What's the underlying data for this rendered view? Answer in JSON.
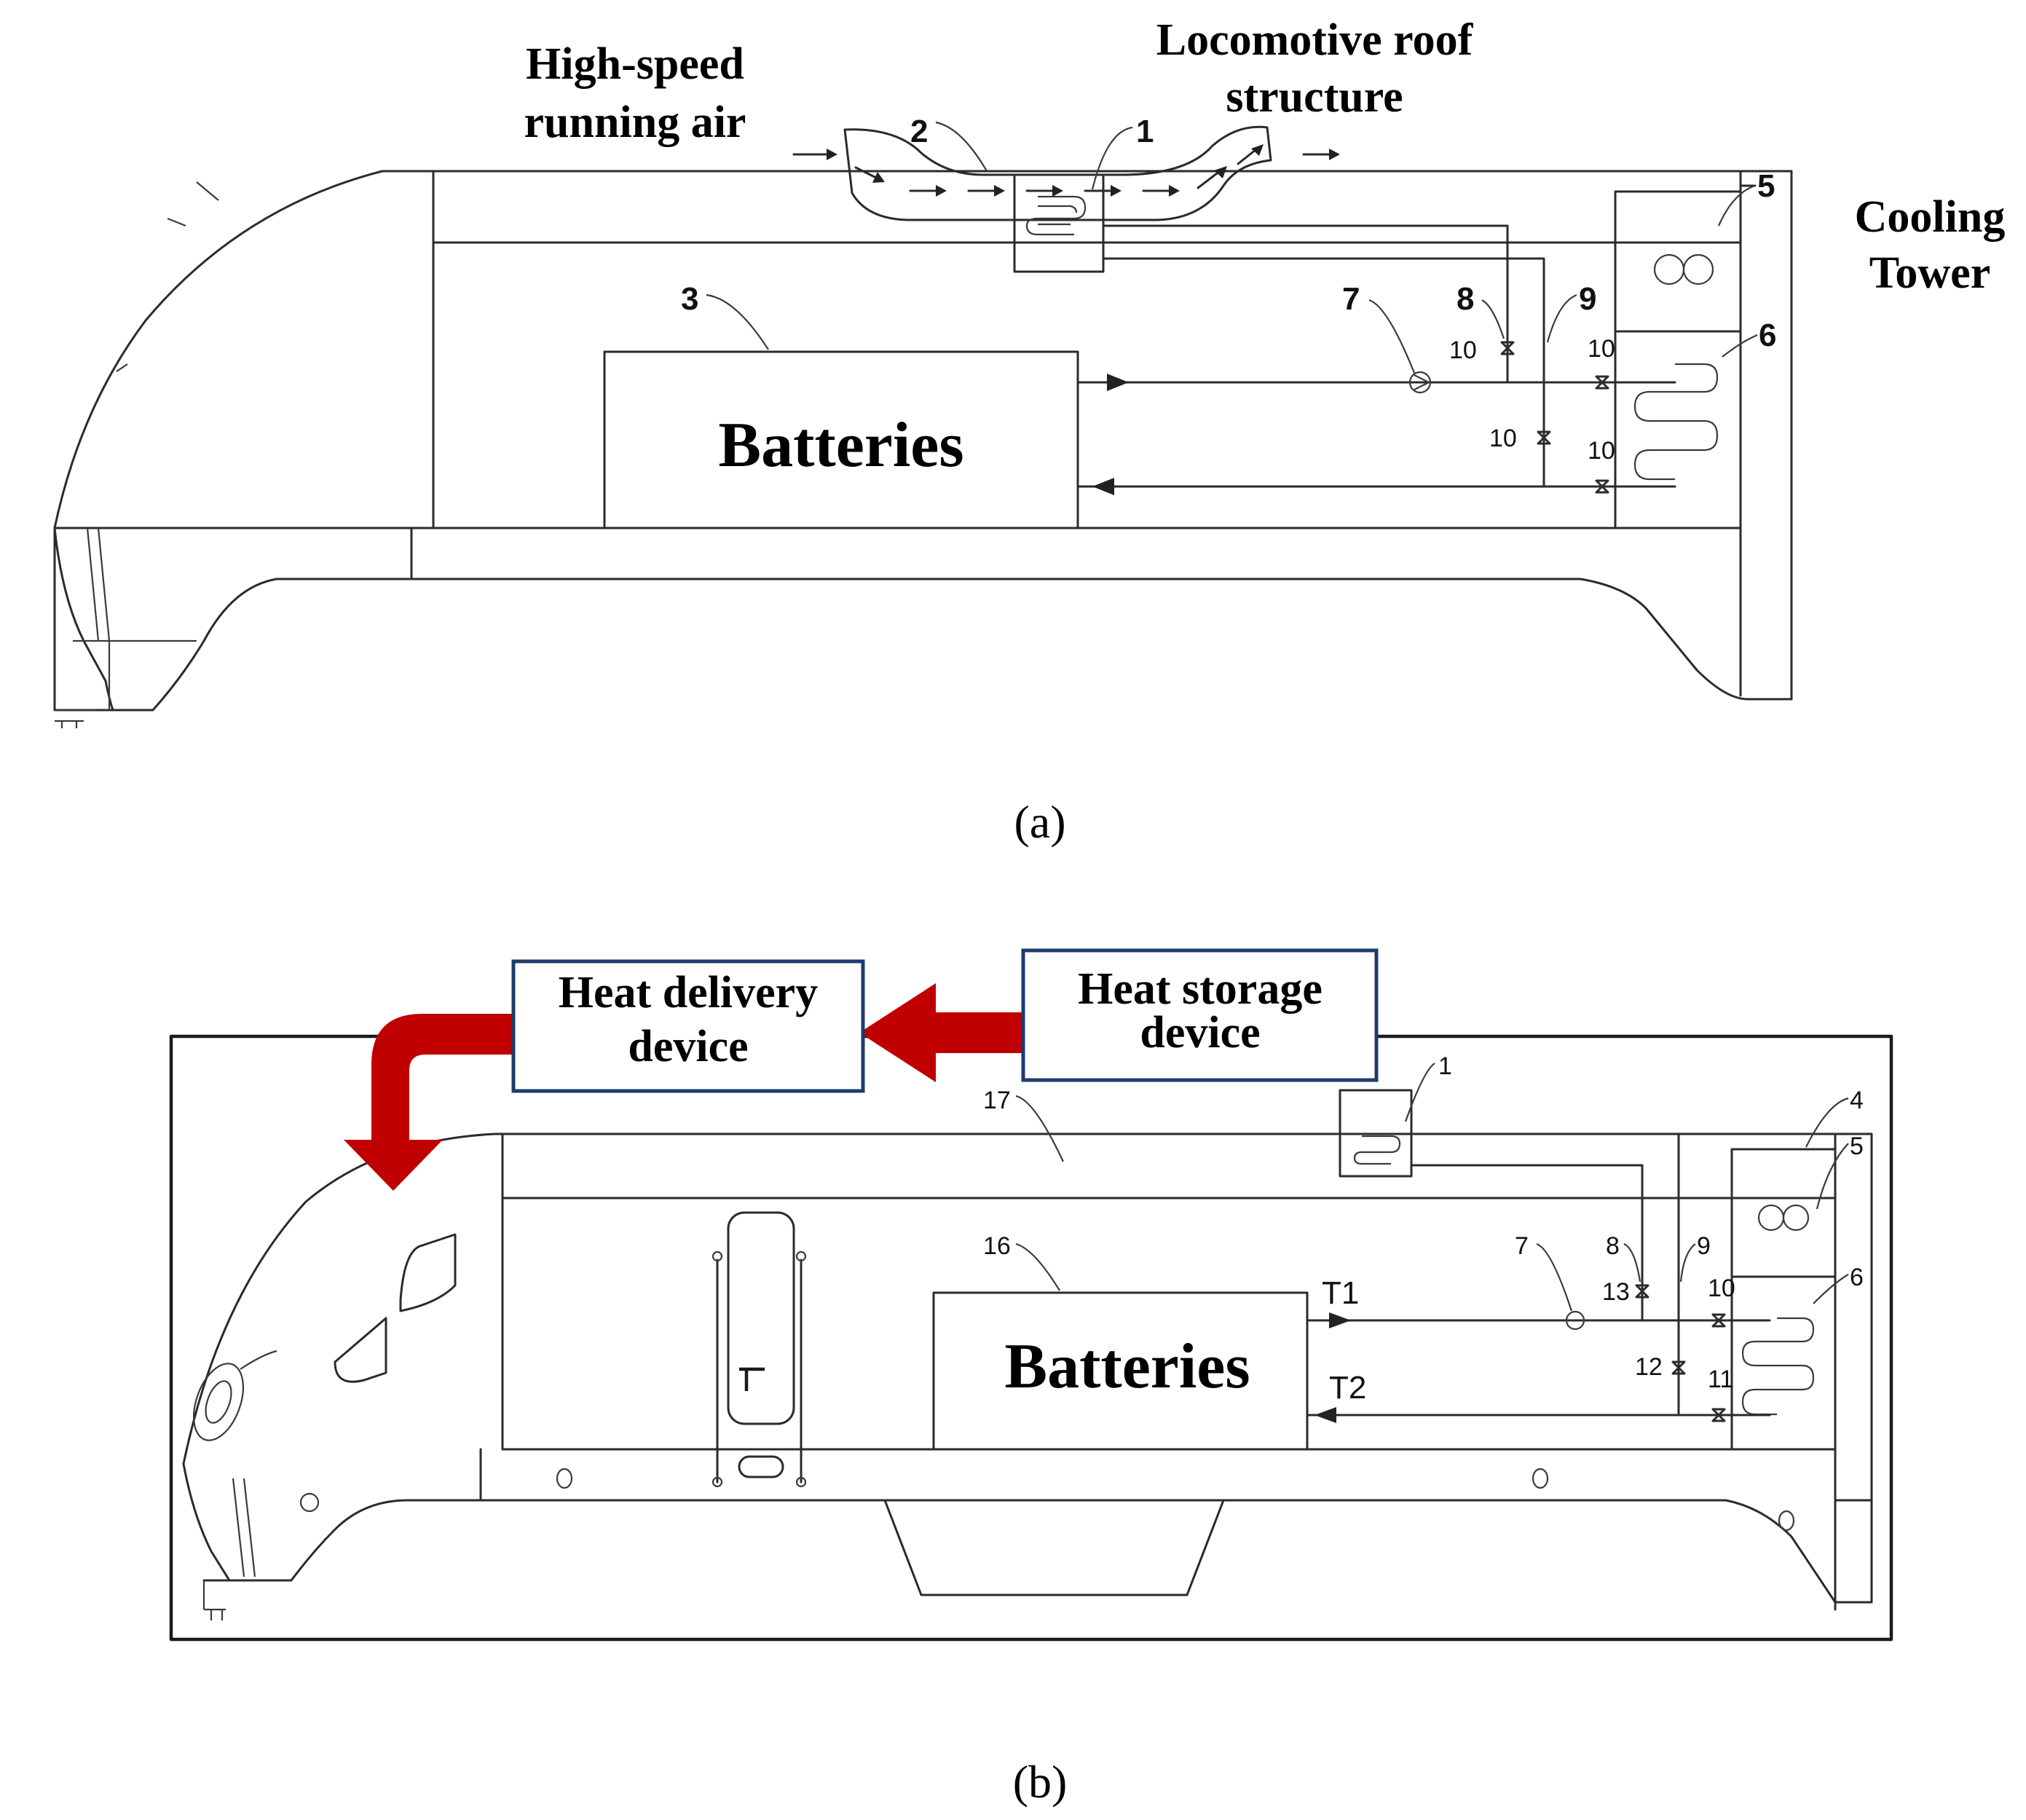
{
  "panel_a": {
    "caption": "(a)",
    "label_high_speed_line1": "High-speed",
    "label_high_speed_line2": "running air",
    "label_roof_line1": "Locomotive roof",
    "label_roof_line2": "structure",
    "label_cooling_line1": "Cooling",
    "label_cooling_line2": "Tower",
    "batteries": "Batteries",
    "callouts": {
      "c1": "1",
      "c2": "2",
      "c3": "3",
      "c5": "5",
      "c6": "6",
      "c7": "7",
      "c8": "8",
      "c9": "9",
      "c10": "10"
    }
  },
  "panel_b": {
    "caption": "(b)",
    "heat_delivery_line1": "Heat delivery",
    "heat_delivery_line2": "device",
    "heat_storage_line1": "Heat storage",
    "heat_storage_line2": "device",
    "batteries": "Batteries",
    "t1": "T1",
    "t2": "T2",
    "callouts": {
      "c1": "1",
      "c4": "4",
      "c5": "5",
      "c6": "6",
      "c7": "7",
      "c8": "8",
      "c9": "9",
      "c10": "10",
      "c11": "11",
      "c12": "12",
      "c13": "13",
      "c16": "16",
      "c17": "17"
    }
  },
  "colors": {
    "flow_arrow": "#c00000",
    "box_border": "#1f3a6e",
    "line": "#2b2b2b"
  }
}
